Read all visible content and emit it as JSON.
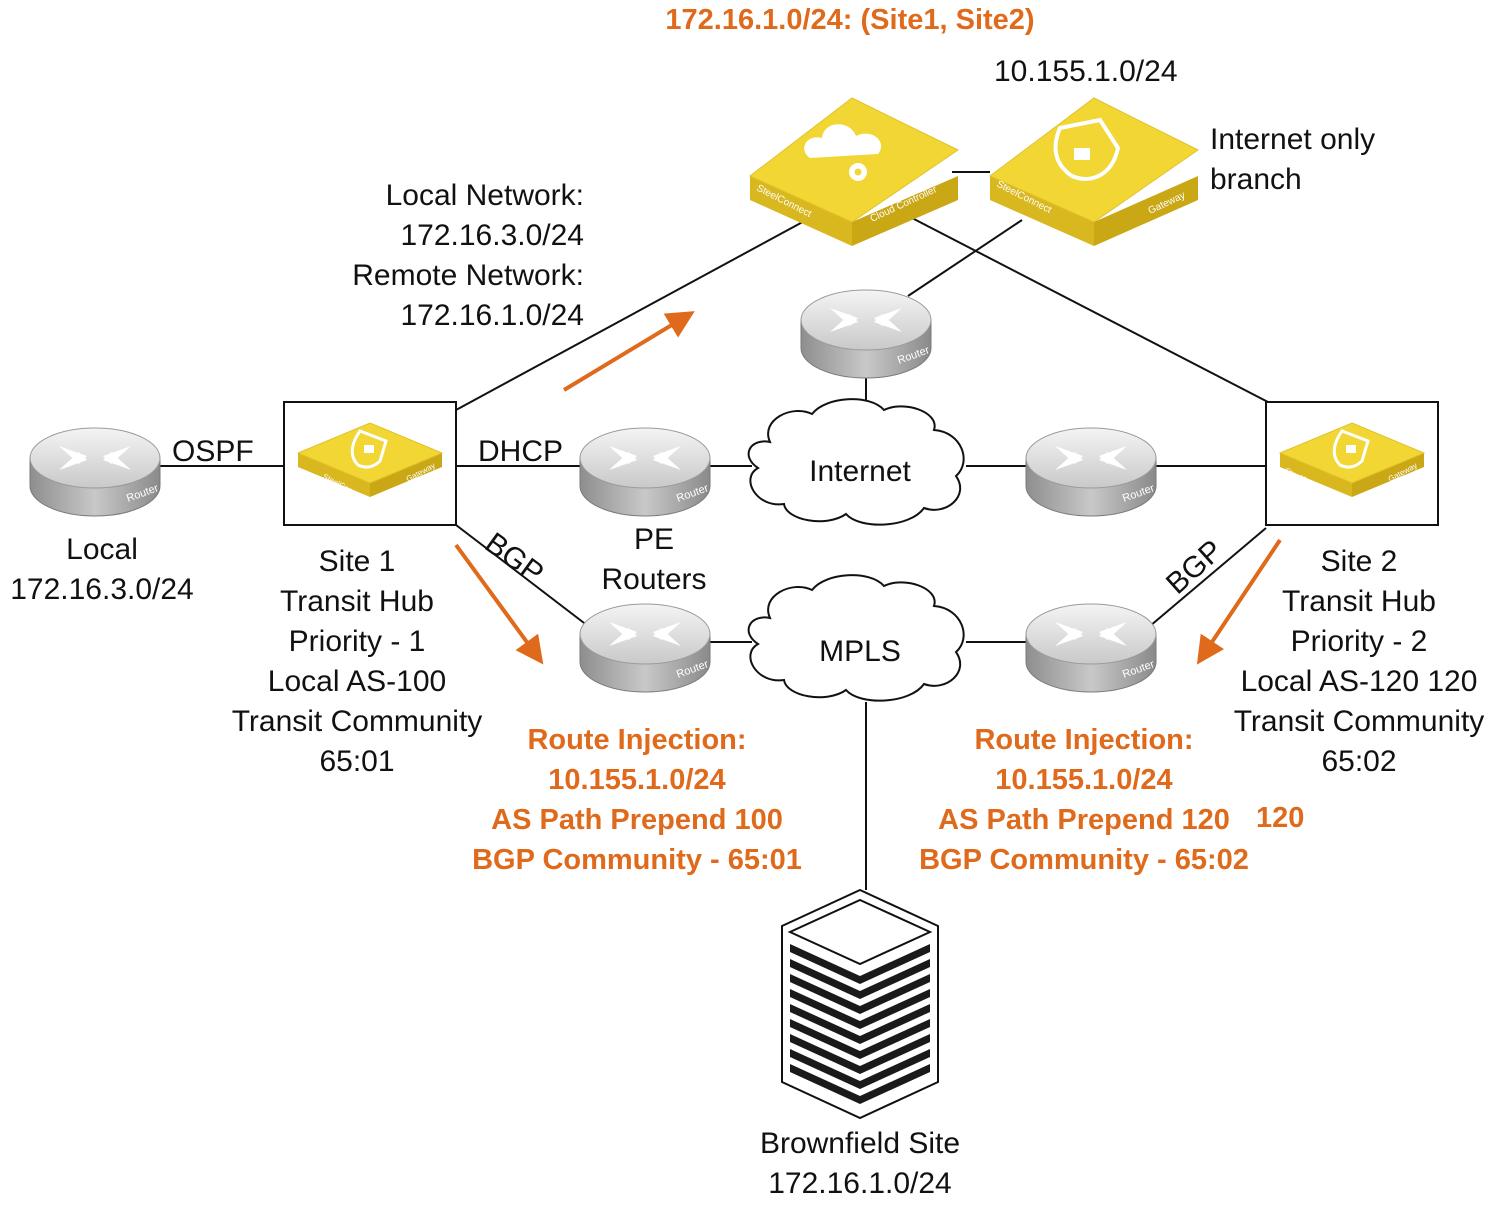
{
  "top_banner": "172.16.1.0/24: (Site1, Site2)",
  "gateway_subnet": "10.155.1.0/24",
  "internet_only_branch": [
    "Internet only",
    "branch"
  ],
  "device_labels": {
    "steelconnect": "SteelConnect",
    "cloud_controller": "Cloud Controller",
    "gateway": "Gateway",
    "router": "Router"
  },
  "site1_networks": [
    "Local Network:",
    "172.16.3.0/24",
    "Remote Network:",
    "172.16.1.0/24"
  ],
  "links": {
    "ospf": "OSPF",
    "dhcp": "DHCP",
    "bgp_left": "BGP",
    "bgp_right": "BGP"
  },
  "clouds": {
    "internet": "Internet",
    "mpls": "MPLS"
  },
  "local": [
    "Local",
    "172.16.3.0/24"
  ],
  "pe_routers": [
    "PE",
    "Routers"
  ],
  "site1": [
    "Site 1",
    "Transit Hub",
    "Priority - 1",
    "Local AS-100",
    "Transit Community",
    "65:01"
  ],
  "site2": [
    "Site 2",
    "Transit Hub",
    "Priority - 2",
    "Local AS-120 120",
    "Transit Community",
    "65:02"
  ],
  "route_injection_left": [
    "Route Injection:",
    "10.155.1.0/24",
    "AS Path Prepend 100",
    "BGP Community - 65:01"
  ],
  "route_injection_right": [
    "Route Injection:",
    "10.155.1.0/24",
    "AS Path Prepend 120",
    "BGP Community - 65:02"
  ],
  "route_injection_right_extra": "120",
  "brownfield": [
    "Brownfield Site",
    "172.16.1.0/24"
  ],
  "colors": {
    "accent": "#e06a1b",
    "device_yellow": "#f1d634",
    "router_gray": "#bdbdbd",
    "line": "#111111"
  }
}
